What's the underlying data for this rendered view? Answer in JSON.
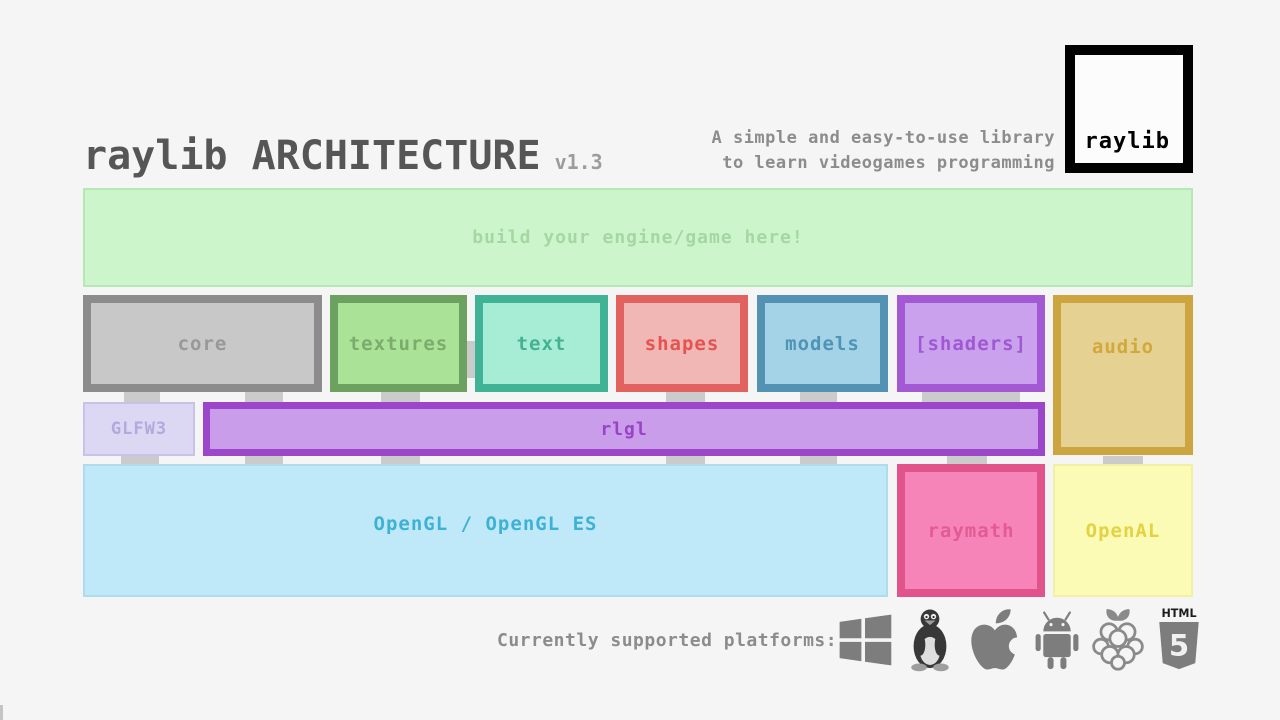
{
  "colors": {
    "background": "#f5f5f5",
    "connector": "#cbcbcb",
    "icon_gray": "#7d7d7d"
  },
  "header": {
    "title": "raylib ARCHITECTURE",
    "title_color": "#565656",
    "version": "v1.3",
    "version_color": "#9c9c9c",
    "tagline_line1": "A simple and easy-to-use library",
    "tagline_line2": "to learn videogames programming",
    "tagline_color": "#8c8c8c"
  },
  "logo": {
    "label": "raylib",
    "fill": "#fcfcfc",
    "border": "#010101",
    "text_color": "#010101"
  },
  "engine_box": {
    "label": "build your engine/game here!",
    "fill": "#cdf5cc",
    "border": "#b7e8b4",
    "text_color": "#a5d7a3"
  },
  "modules": [
    {
      "id": "core",
      "label": "core",
      "fill": "#c8c8c8",
      "border": "#8c8c8c",
      "text_color": "#989898"
    },
    {
      "id": "textures",
      "label": "textures",
      "fill": "#aae398",
      "border": "#6da15f",
      "text_color": "#7bab6d"
    },
    {
      "id": "text",
      "label": "text",
      "fill": "#a7edd5",
      "border": "#40b295",
      "text_color": "#45b193"
    },
    {
      "id": "shapes",
      "label": "shapes",
      "fill": "#f0b7b5",
      "border": "#e2625f",
      "text_color": "#e4534f"
    },
    {
      "id": "models",
      "label": "models",
      "fill": "#a4d3e7",
      "border": "#5392b3",
      "text_color": "#4f93b5"
    },
    {
      "id": "shaders",
      "label": "[shaders]",
      "fill": "#c9a1ec",
      "border": "#a259d3",
      "text_color": "#a058d2"
    },
    {
      "id": "audio",
      "label": "audio",
      "fill": "#e5d192",
      "border": "#cda540",
      "text_color": "#d0a83c"
    }
  ],
  "platform_layer": [
    {
      "id": "glfw3",
      "label": "GLFW3",
      "fill": "#dcd8f3",
      "border": "#c8c2e9",
      "text_color": "#b2a9dd"
    },
    {
      "id": "rlgl",
      "label": "rlgl",
      "fill": "#ca9dea",
      "border": "#9c47ca",
      "text_color": "#9943c7"
    }
  ],
  "backend_layer": [
    {
      "id": "opengl",
      "label": "OpenGL / OpenGL ES",
      "fill": "#bfe9f8",
      "border": "#aedbee",
      "text_color": "#3eb1d5"
    },
    {
      "id": "raymath",
      "label": "raymath",
      "fill": "#f784b9",
      "border": "#e1538b",
      "text_color": "#e25b93"
    },
    {
      "id": "openal",
      "label": "OpenAL",
      "fill": "#fbfbb6",
      "border": "#f1f1a6",
      "text_color": "#e3d243"
    }
  ],
  "footer": {
    "platforms_label": "Currently supported platforms:",
    "label_color": "#8c8c8c",
    "platforms": [
      "windows",
      "linux",
      "apple",
      "android",
      "raspberry-pi",
      "html5"
    ]
  }
}
